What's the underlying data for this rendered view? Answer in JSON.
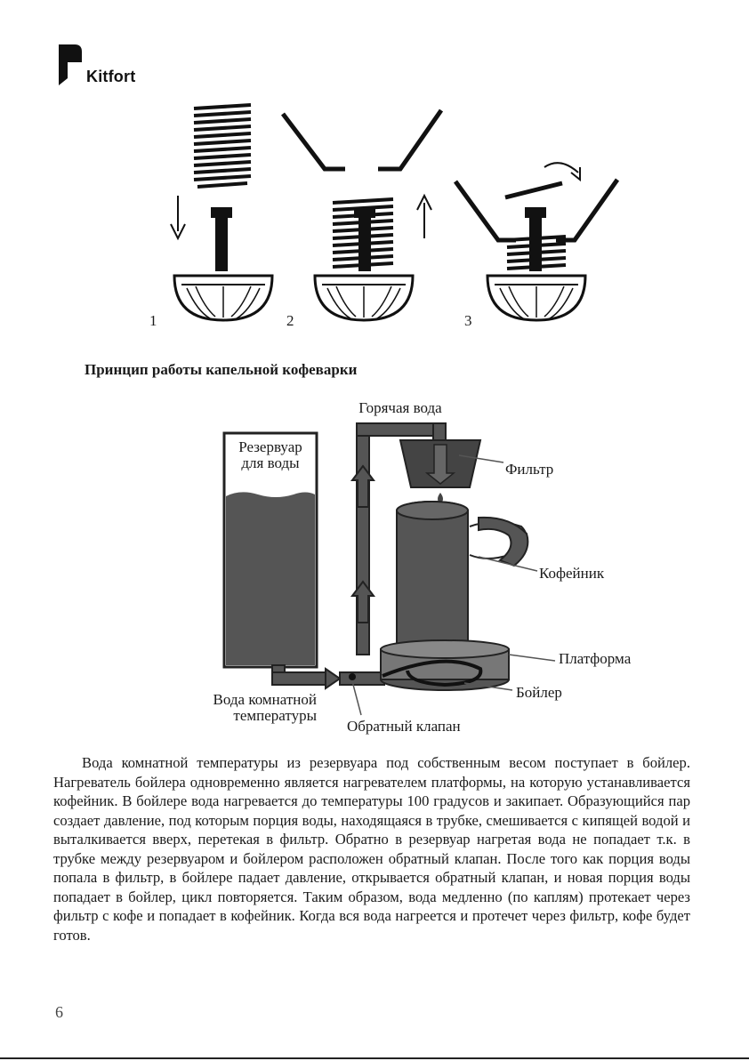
{
  "header": {
    "logo_text": "Kitfort"
  },
  "steps_figure": {
    "labels": [
      "1",
      "2",
      "3"
    ]
  },
  "section": {
    "title": "Принцип работы капельной кофеварки"
  },
  "diagram": {
    "hot_water": "Горячая вода",
    "reservoir_line1": "Резервуар",
    "reservoir_line2": "для воды",
    "filter": "Фильтр",
    "pot": "Кофейник",
    "platform": "Платформа",
    "boiler": "Бойлер",
    "room_water_line1": "Вода комнатной",
    "room_water_line2": "температуры",
    "check_valve": "Обратный клапан"
  },
  "body": {
    "paragraph": "Вода комнатной температуры из резервуара под собственным весом поступает в бойлер. Нагреватель бойлера одновременно является нагревателем платформы, на которую устанавливается кофейник. В бойлере вода нагревается до температуры 100 градусов и закипает. Образующийся пар создает давление, под которым порция воды, находящаяся в трубке, смешивается с кипящей водой и выталкивается вверх, перетекая в фильтр. Обратно в резервуар нагретая вода не попадает т.к. в трубке между резервуаром и бойлером расположен обратный клапан. После того как порция воды попала в фильтр, в бойлере падает давление, открывается обратный клапан, и новая порция воды попадает в бойлер, цикл повторяется. Таким образом, вода медленно (по каплям) протекает через фильтр с кофе и попадает в кофейник. Когда вся вода нагреется и протечет через фильтр, кофе будет готов."
  },
  "footer": {
    "page_number": "6"
  }
}
